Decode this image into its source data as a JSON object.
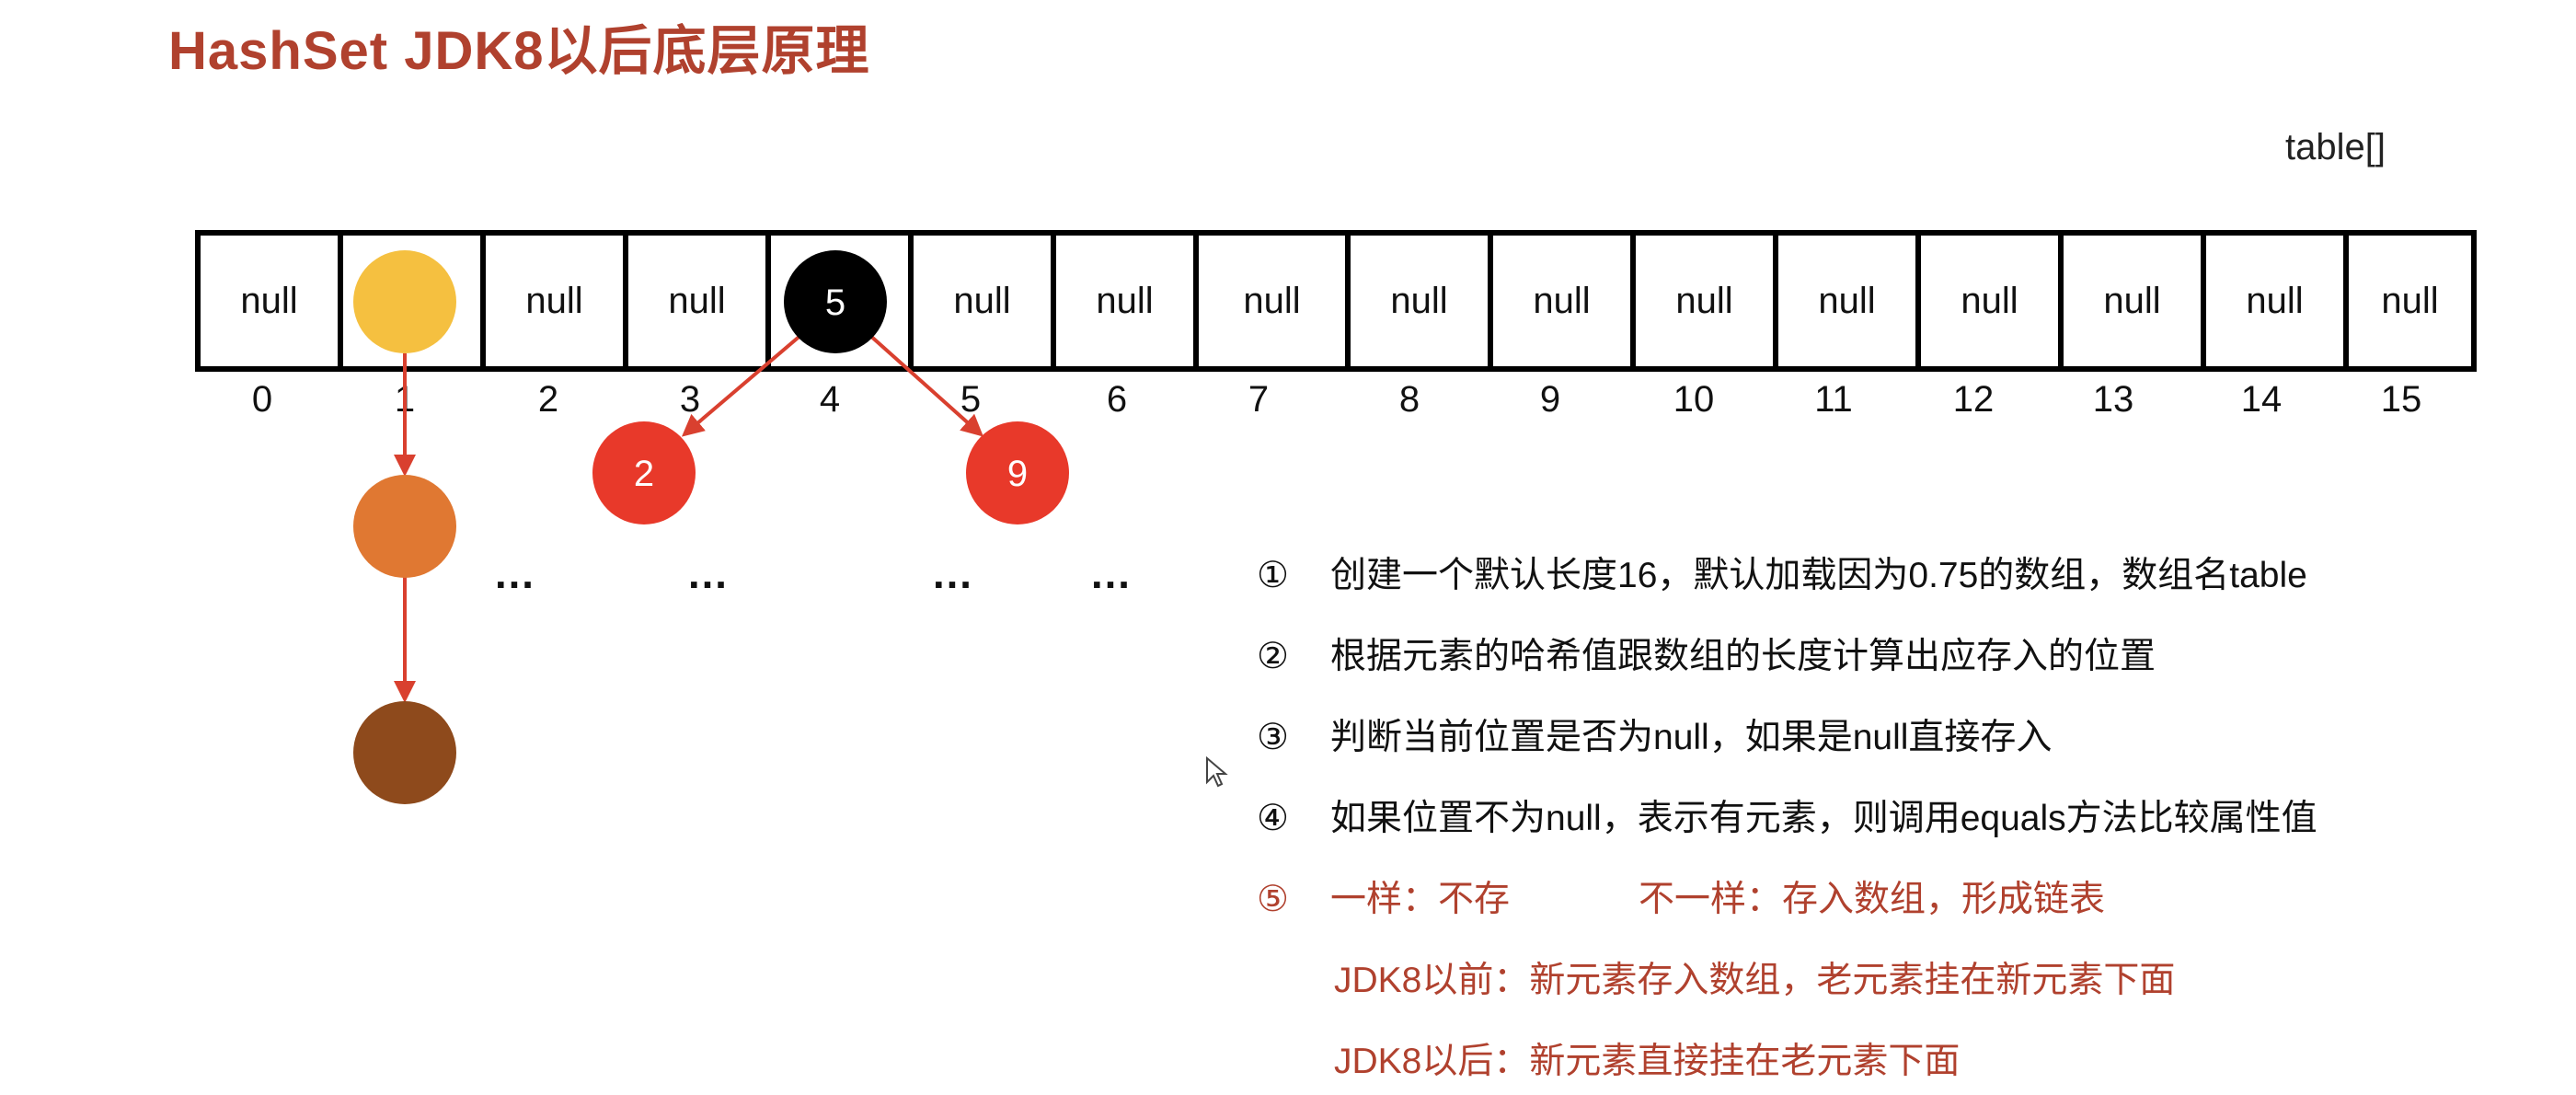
{
  "title": "HashSet JDK8以后底层原理",
  "table_label": "table[]",
  "cells": [
    "null",
    "",
    "null",
    "null",
    "",
    "null",
    "null",
    "null",
    "null",
    "null",
    "null",
    "null",
    "null",
    "null",
    "null",
    "null"
  ],
  "indices": [
    "0",
    "1",
    "2",
    "3",
    "4",
    "5",
    "6",
    "7",
    "8",
    "9",
    "10",
    "11",
    "12",
    "13",
    "14",
    "15"
  ],
  "nodes": {
    "root_value": "5",
    "left_value": "2",
    "right_value": "9"
  },
  "dots": [
    "…",
    "…",
    "…",
    "…"
  ],
  "steps": [
    {
      "num": "①",
      "text": "创建一个默认长度16，默认加载因为0.75的数组，数组名table"
    },
    {
      "num": "②",
      "text": "根据元素的哈希值跟数组的长度计算出应存入的位置"
    },
    {
      "num": "③",
      "text": "判断当前位置是否为null，如果是null直接存入"
    },
    {
      "num": "④",
      "text": "如果位置不为null，表示有元素，则调用equals方法比较属性值"
    }
  ],
  "step5": {
    "num": "⑤",
    "same": "一样：不存",
    "different": "不一样：存入数组，形成链表"
  },
  "notes": {
    "before": "JDK8以前：新元素存入数组，老元素挂在新元素下面",
    "after": "JDK8以后：新元素直接挂在老元素下面"
  },
  "colors": {
    "title": "#b0412e",
    "yellow_node": "#f5c040",
    "orange_node": "#e07832",
    "brown_node": "#8e4a1c",
    "black_node": "#000000",
    "red_node": "#e8392a",
    "arrow": "#d9402f"
  }
}
